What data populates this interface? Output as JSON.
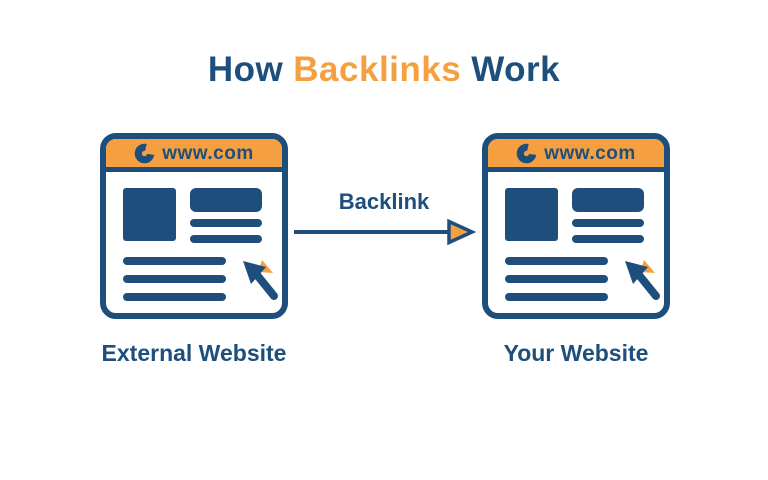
{
  "title": {
    "part1": "How",
    "part2": "Backlinks",
    "part3": "Work"
  },
  "colors": {
    "blue": "#1E4F7C",
    "orange": "#F4A040",
    "background": "#FFFFFF"
  },
  "windows": [
    {
      "url": "www.com",
      "label": "External Website",
      "icon": "circular-swirl-icon"
    },
    {
      "url": "www.com",
      "label": "Your Website",
      "icon": "circular-swirl-icon"
    }
  ],
  "arrow": {
    "label": "Backlink"
  }
}
